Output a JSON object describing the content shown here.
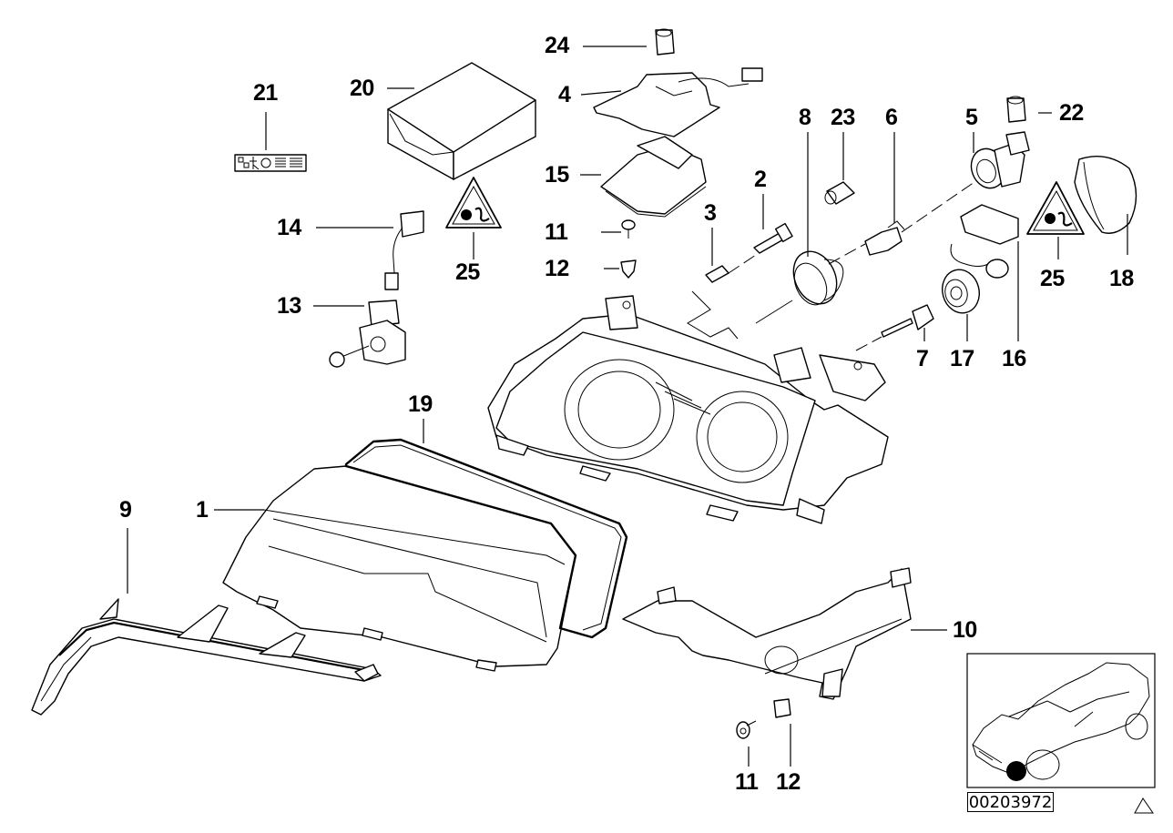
{
  "diagram": {
    "title": "Headlight assembly parts diagram",
    "part_number": "00203972",
    "callouts": [
      {
        "id": "1",
        "label": "1",
        "part": "headlight-lens-cover"
      },
      {
        "id": "2",
        "label": "2",
        "part": "bulb-socket"
      },
      {
        "id": "3",
        "label": "3",
        "part": "small-bulb"
      },
      {
        "id": "4",
        "label": "4",
        "part": "igniter-bracket"
      },
      {
        "id": "5",
        "label": "5",
        "part": "bulb-holder-connector"
      },
      {
        "id": "6",
        "label": "6",
        "part": "halogen-bulb"
      },
      {
        "id": "7",
        "label": "7",
        "part": "xenon-bulb"
      },
      {
        "id": "8",
        "label": "8",
        "part": "cover-cap"
      },
      {
        "id": "9",
        "label": "9",
        "part": "trim-strip"
      },
      {
        "id": "10",
        "label": "10",
        "part": "support-bracket"
      },
      {
        "id": "11a",
        "label": "11",
        "part": "screw"
      },
      {
        "id": "11b",
        "label": "11",
        "part": "screw"
      },
      {
        "id": "12a",
        "label": "12",
        "part": "clip-nut"
      },
      {
        "id": "12b",
        "label": "12",
        "part": "clip-nut"
      },
      {
        "id": "13",
        "label": "13",
        "part": "adjusting-motor"
      },
      {
        "id": "14",
        "label": "14",
        "part": "wiring-harness-adapter"
      },
      {
        "id": "15",
        "label": "15",
        "part": "control-unit"
      },
      {
        "id": "16",
        "label": "16",
        "part": "ballast-module"
      },
      {
        "id": "17",
        "label": "17",
        "part": "cap"
      },
      {
        "id": "18",
        "label": "18",
        "part": "rear-cover"
      },
      {
        "id": "19",
        "label": "19",
        "part": "seal-gasket"
      },
      {
        "id": "20",
        "label": "20",
        "part": "repair-kit-box"
      },
      {
        "id": "21",
        "label": "21",
        "part": "info-label"
      },
      {
        "id": "22",
        "label": "22",
        "part": "plug-connector"
      },
      {
        "id": "23",
        "label": "23",
        "part": "plug-connector"
      },
      {
        "id": "24",
        "label": "24",
        "part": "plug-connector"
      },
      {
        "id": "25a",
        "label": "25",
        "part": "warning-sticker"
      },
      {
        "id": "25b",
        "label": "25",
        "part": "warning-sticker"
      }
    ],
    "locator": {
      "image": "car-outline",
      "highlight": "front-left-headlight"
    },
    "corner_mark": "triangle"
  }
}
